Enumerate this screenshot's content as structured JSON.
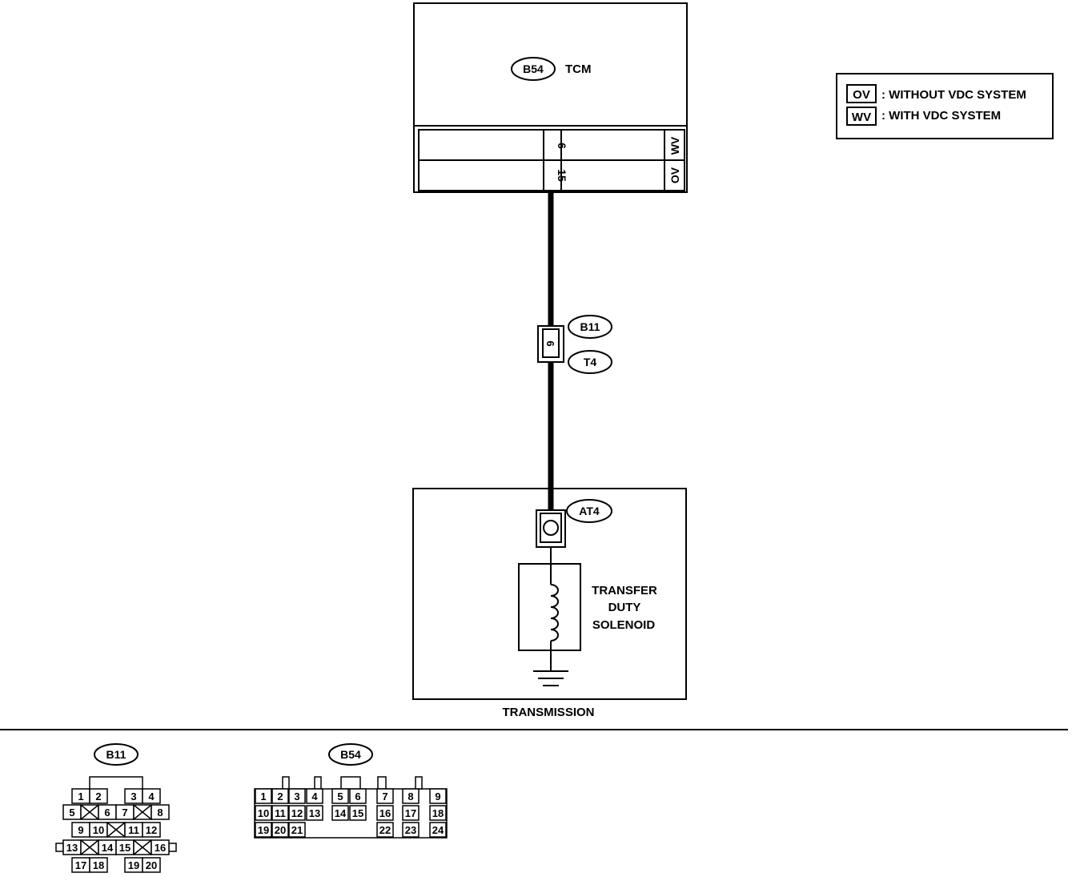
{
  "tcm": {
    "connector": "B54",
    "name": "TCM",
    "pin_wv": "6",
    "pin_ov": "15",
    "tag_wv": "WV",
    "tag_ov": "OV"
  },
  "legend": {
    "ov_tag": "OV",
    "ov_text": ": WITHOUT VDC SYSTEM",
    "wv_tag": "WV",
    "wv_text": ": WITH VDC SYSTEM"
  },
  "joint": {
    "connector_a": "B11",
    "connector_b": "T4",
    "pin": "6"
  },
  "transmission": {
    "label": "TRANSMISSION",
    "connector": "AT4",
    "solenoid_line1": "TRANSFER",
    "solenoid_line2": "DUTY",
    "solenoid_line3": "SOLENOID"
  },
  "b11_face": {
    "label": "B11",
    "rows": [
      [
        "1",
        "2",
        "",
        "3",
        "4"
      ],
      [
        "5",
        "X",
        "6",
        "7",
        "X",
        "8"
      ],
      [
        "9",
        "10",
        "X",
        "11",
        "12"
      ],
      [
        "13",
        "X",
        "14",
        "15",
        "X",
        "16"
      ],
      [
        "17",
        "18",
        "",
        "19",
        "20"
      ]
    ]
  },
  "b54_face": {
    "label": "B54",
    "row1": [
      "1",
      "2",
      "3",
      "4",
      "5",
      "6",
      "7",
      "8",
      "9"
    ],
    "row2": [
      "10",
      "11",
      "12",
      "13",
      "14",
      "15",
      "16",
      "17",
      "18"
    ],
    "row3": [
      "19",
      "20",
      "21",
      "22",
      "23",
      "24"
    ]
  }
}
